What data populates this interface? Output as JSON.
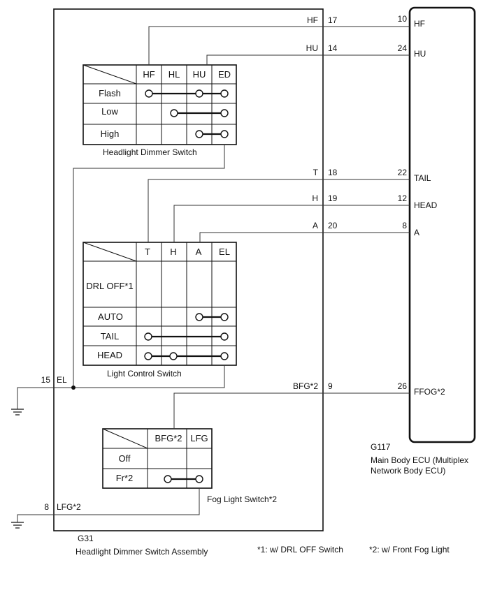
{
  "assembly": {
    "code": "G31",
    "name": "Headlight Dimmer Switch Assembly"
  },
  "ecu": {
    "code": "G117",
    "name_line1": "Main Body ECU (Multiplex",
    "name_line2": "Network Body ECU)"
  },
  "footnotes": {
    "note1": "*1: w/ DRL OFF Switch",
    "note2": "*2: w/ Front Fog Light"
  },
  "connections": [
    {
      "sig": "HF",
      "g31_pin": "17",
      "ecu_pin": "10",
      "ecu_sig": "HF"
    },
    {
      "sig": "HU",
      "g31_pin": "14",
      "ecu_pin": "24",
      "ecu_sig": "HU"
    },
    {
      "sig": "T",
      "g31_pin": "18",
      "ecu_pin": "22",
      "ecu_sig": "TAIL"
    },
    {
      "sig": "H",
      "g31_pin": "19",
      "ecu_pin": "12",
      "ecu_sig": "HEAD"
    },
    {
      "sig": "A",
      "g31_pin": "20",
      "ecu_pin": "8",
      "ecu_sig": "A"
    },
    {
      "sig": "BFG*2",
      "g31_pin": "9",
      "ecu_pin": "26",
      "ecu_sig": "FFOG*2"
    }
  ],
  "grounds": [
    {
      "pin": "15",
      "sig": "EL"
    },
    {
      "pin": "8",
      "sig": "LFG*2"
    }
  ],
  "dimmer_switch": {
    "name": "Headlight Dimmer Switch",
    "columns": [
      "HF",
      "HL",
      "HU",
      "ED"
    ],
    "rows": [
      {
        "label": "Flash",
        "connected": [
          "HF",
          "HU",
          "ED"
        ]
      },
      {
        "label": "Low",
        "connected": [
          "HL",
          "ED"
        ]
      },
      {
        "label": "High",
        "connected": [
          "HU",
          "ED"
        ]
      }
    ]
  },
  "light_control_switch": {
    "name": "Light Control Switch",
    "columns": [
      "T",
      "H",
      "A",
      "EL"
    ],
    "rows": [
      {
        "label": "DRL OFF*1",
        "connected": []
      },
      {
        "label": "AUTO",
        "connected": [
          "A",
          "EL"
        ]
      },
      {
        "label": "TAIL",
        "connected": [
          "T",
          "EL"
        ]
      },
      {
        "label": "HEAD",
        "connected": [
          "T",
          "H",
          "EL"
        ]
      }
    ]
  },
  "fog_switch": {
    "name": "Fog Light Switch*2",
    "columns": [
      "BFG*2",
      "LFG"
    ],
    "rows": [
      {
        "label": "Off",
        "connected": []
      },
      {
        "label": "Fr*2",
        "connected": [
          "BFG*2",
          "LFG"
        ]
      }
    ]
  }
}
